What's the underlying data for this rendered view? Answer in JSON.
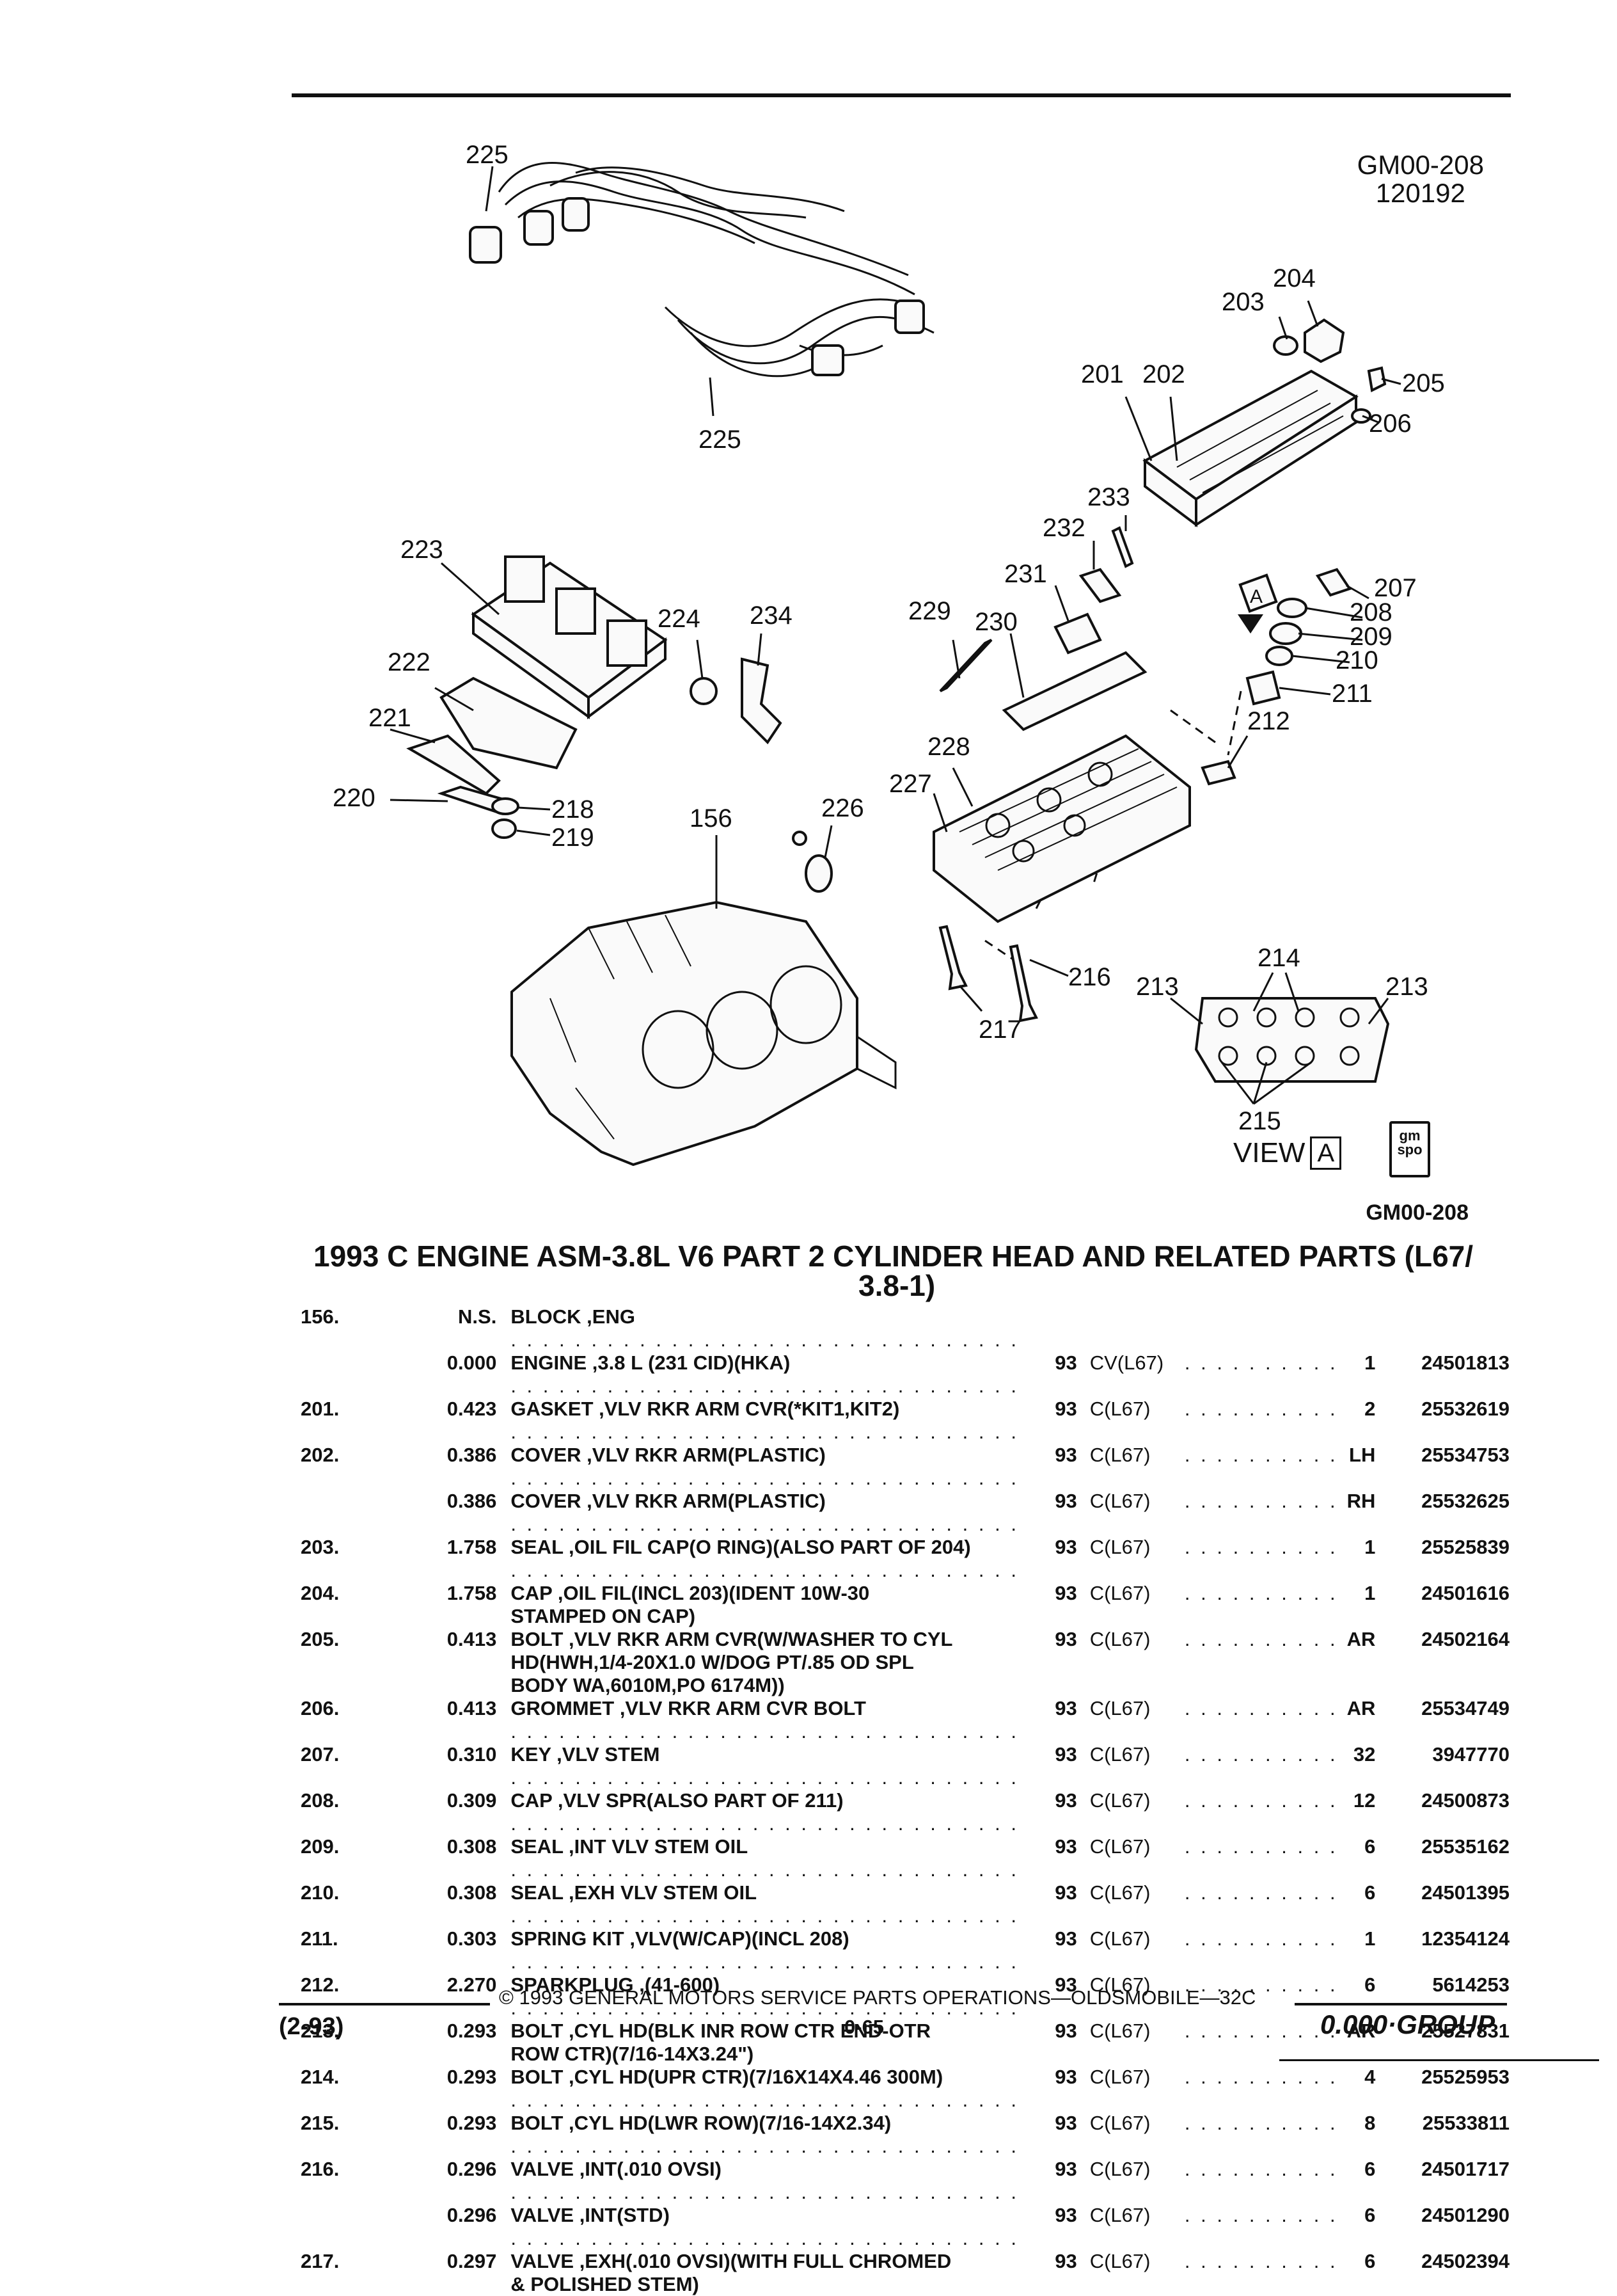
{
  "diagram": {
    "code_top": "GM00-208",
    "date_code": "120192",
    "code_bottom": "GM00-208",
    "view_label": "VIEW",
    "view_letter": "A",
    "callout_letter": "A",
    "logo_text": "gm spo",
    "callouts": {
      "c225a": "225",
      "c225b": "225",
      "c204": "204",
      "c203": "203",
      "c201": "201",
      "c202": "202",
      "c205": "205",
      "c206": "206",
      "c233": "233",
      "c232": "232",
      "c231": "231",
      "c230": "230",
      "c229": "229",
      "c223": "223",
      "c224": "224",
      "c234": "234",
      "c207": "207",
      "c208": "208",
      "c209": "209",
      "c210": "210",
      "c211": "211",
      "c212": "212",
      "c222": "222",
      "c221": "221",
      "c220": "220",
      "c218": "218",
      "c219": "219",
      "c156": "156",
      "c226": "226",
      "c228": "228",
      "c227": "227",
      "c216": "216",
      "c217": "217",
      "c214": "214",
      "c213a": "213",
      "c213b": "213",
      "c215": "215"
    }
  },
  "title": {
    "line1": "1993 C ENGINE ASM-3.8L V6 PART 2 CYLINDER HEAD AND RELATED PARTS (L67/",
    "line2": "3.8-1)"
  },
  "parts": [
    {
      "num": "156.",
      "grp": "N.S.",
      "desc": "BLOCK ,ENG",
      "year": "",
      "model": "",
      "qty": "",
      "pn": ""
    },
    {
      "num": "",
      "grp": "0.000",
      "desc": "ENGINE ,3.8 L (231 CID)(HKA)",
      "year": "93",
      "model": "CV(L67)",
      "qty": "1",
      "pn": "24501813"
    },
    {
      "num": "201.",
      "grp": "0.423",
      "desc": "GASKET ,VLV RKR ARM CVR(*KIT1,KIT2)",
      "year": "93",
      "model": "C(L67)",
      "qty": "2",
      "pn": "25532619"
    },
    {
      "num": "202.",
      "grp": "0.386",
      "desc": "COVER ,VLV RKR ARM(PLASTIC)",
      "year": "93",
      "model": "C(L67)",
      "qty": "LH",
      "pn": "25534753"
    },
    {
      "num": "",
      "grp": "0.386",
      "desc": "COVER ,VLV RKR ARM(PLASTIC)",
      "year": "93",
      "model": "C(L67)",
      "qty": "RH",
      "pn": "25532625"
    },
    {
      "num": "203.",
      "grp": "1.758",
      "desc": "SEAL ,OIL FIL CAP(O RING)(ALSO PART OF 204)",
      "year": "93",
      "model": "C(L67)",
      "qty": "1",
      "pn": "25525839"
    },
    {
      "num": "204.",
      "grp": "1.758",
      "desc": "CAP ,OIL FIL(INCL 203)(IDENT 10W-30\nSTAMPED ON CAP)",
      "year": "93",
      "model": "C(L67)",
      "qty": "1",
      "pn": "24501616"
    },
    {
      "num": "205.",
      "grp": "0.413",
      "desc": "BOLT ,VLV RKR ARM CVR(W/WASHER TO CYL\nHD(HWH,1/4-20X1.0 W/DOG PT/.85 OD SPL\nBODY WA,6010M,PO 6174M))",
      "year": "93",
      "model": "C(L67)",
      "qty": "AR",
      "pn": "24502164"
    },
    {
      "num": "206.",
      "grp": "0.413",
      "desc": "GROMMET ,VLV RKR ARM CVR BOLT",
      "year": "93",
      "model": "C(L67)",
      "qty": "AR",
      "pn": "25534749"
    },
    {
      "num": "207.",
      "grp": "0.310",
      "desc": "KEY ,VLV STEM",
      "year": "93",
      "model": "C(L67)",
      "qty": "32",
      "pn": "3947770"
    },
    {
      "num": "208.",
      "grp": "0.309",
      "desc": "CAP ,VLV SPR(ALSO PART OF 211)",
      "year": "93",
      "model": "C(L67)",
      "qty": "12",
      "pn": "24500873"
    },
    {
      "num": "209.",
      "grp": "0.308",
      "desc": "SEAL ,INT VLV STEM OIL",
      "year": "93",
      "model": "C(L67)",
      "qty": "6",
      "pn": "25535162"
    },
    {
      "num": "210.",
      "grp": "0.308",
      "desc": "SEAL ,EXH VLV STEM OIL",
      "year": "93",
      "model": "C(L67)",
      "qty": "6",
      "pn": "24501395"
    },
    {
      "num": "211.",
      "grp": "0.303",
      "desc": "SPRING KIT ,VLV(W/CAP)(INCL 208)",
      "year": "93",
      "model": "C(L67)",
      "qty": "1",
      "pn": "12354124"
    },
    {
      "num": "212.",
      "grp": "2.270",
      "desc": "SPARKPLUG ,(41-600)",
      "year": "93",
      "model": "C(L67)",
      "qty": "6",
      "pn": "5614253"
    },
    {
      "num": "213.",
      "grp": "0.293",
      "desc": "BOLT ,CYL HD(BLK INR ROW CTR END-OTR\nROW CTR)(7/16-14X3.24\")",
      "year": "93",
      "model": "C(L67)",
      "qty": "AR",
      "pn": "25527831"
    },
    {
      "num": "214.",
      "grp": "0.293",
      "desc": "BOLT ,CYL HD(UPR CTR)(7/16X14X4.46 300M)",
      "year": "93",
      "model": "C(L67)",
      "qty": "4",
      "pn": "25525953"
    },
    {
      "num": "215.",
      "grp": "0.293",
      "desc": "BOLT ,CYL HD(LWR ROW)(7/16-14X2.34)",
      "year": "93",
      "model": "C(L67)",
      "qty": "8",
      "pn": "25533811"
    },
    {
      "num": "216.",
      "grp": "0.296",
      "desc": "VALVE ,INT(.010 OVSI)",
      "year": "93",
      "model": "C(L67)",
      "qty": "6",
      "pn": "24501717"
    },
    {
      "num": "",
      "grp": "0.296",
      "desc": "VALVE ,INT(STD)",
      "year": "93",
      "model": "C(L67)",
      "qty": "6",
      "pn": "24501290"
    },
    {
      "num": "217.",
      "grp": "0.297",
      "desc": "VALVE ,EXH(.010 OVSI)(WITH FULL CHROMED\n& POLISHED STEM)",
      "year": "93",
      "model": "C(L67)",
      "qty": "6",
      "pn": "24502394"
    }
  ],
  "footer": {
    "copyright": "© 1993 GENERAL MOTORS SERVICE PARTS OPERATIONS—OLDSMOBILE—32C",
    "date": "(2-93)",
    "page": "0-65",
    "group": "0.000·GROUP"
  }
}
